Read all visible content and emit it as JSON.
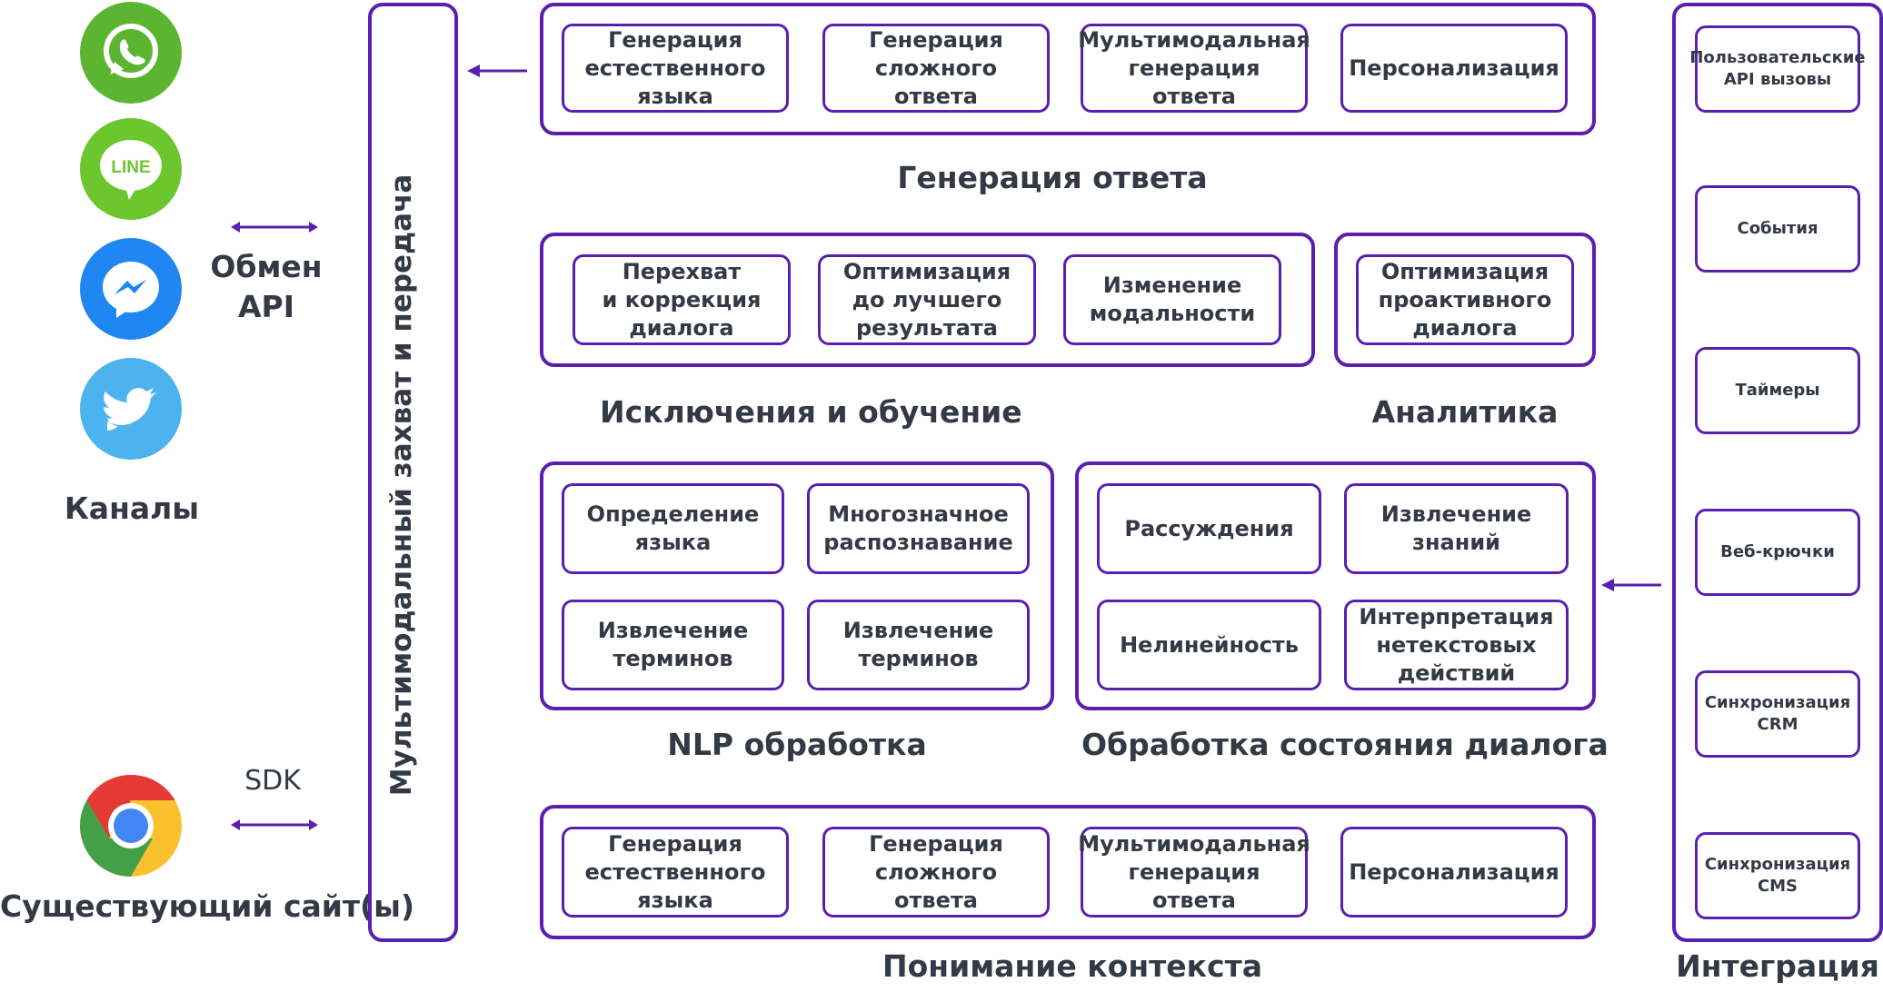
{
  "channels": {
    "label": "Каналы",
    "api_label": "Обмен\nAPI",
    "sdk_label": "SDK",
    "site_label": "Существующий сайт(ы)",
    "icons": [
      "whatsapp-icon",
      "line-icon",
      "messenger-icon",
      "twitter-icon",
      "chrome-icon"
    ],
    "line_text": "LINE"
  },
  "capture": {
    "label": "Мультимодальный захват и передача"
  },
  "response_generation": {
    "title": "Генерация ответа",
    "items": [
      "Генерация\nестественного\nязыка",
      "Генерация\nсложного\nответа",
      "Мультимодальная\nгенерация\nответа",
      "Персонализация"
    ]
  },
  "exceptions": {
    "title": "Исключения и обучение",
    "items": [
      "Перехват\nи коррекция\nдиалога",
      "Оптимизация\nдо лучшего\nрезультата",
      "Изменение\nмодальности"
    ]
  },
  "analytics": {
    "title": "Аналитика",
    "items": [
      "Оптимизация\nпроактивного\nдиалога"
    ]
  },
  "nlp": {
    "title": "NLP обработка",
    "items": [
      "Определение\nязыка",
      "Многозначное\nраспознавание",
      "Извлечение\nтерминов",
      "Извлечение\nтерминов"
    ]
  },
  "dialog_state": {
    "title": "Обработка состояния диалога",
    "items": [
      "Рассуждения",
      "Извлечение\nзнаний",
      "Нелинейность",
      "Интерпретация\nнетекстовых\nдействий"
    ]
  },
  "context": {
    "title": "Понимание контекста",
    "items": [
      "Генерация\nестественного\nязыка",
      "Генерация\nсложного\nответа",
      "Мультимодальная\nгенерация\nответа",
      "Персонализация"
    ]
  },
  "integration": {
    "title": "Интеграция",
    "items": [
      "Пользовательские\nAPI вызовы",
      "События",
      "Таймеры",
      "Веб-крючки",
      "Синхронизация\nCRM",
      "Синхронизация\nCMS"
    ]
  },
  "colors": {
    "accent": "#5b1fb0",
    "text": "#333a45",
    "whatsapp": "#5cb531",
    "line": "#6cc62e",
    "messenger": "#1f86f2",
    "twitter": "#4cb3ef"
  }
}
